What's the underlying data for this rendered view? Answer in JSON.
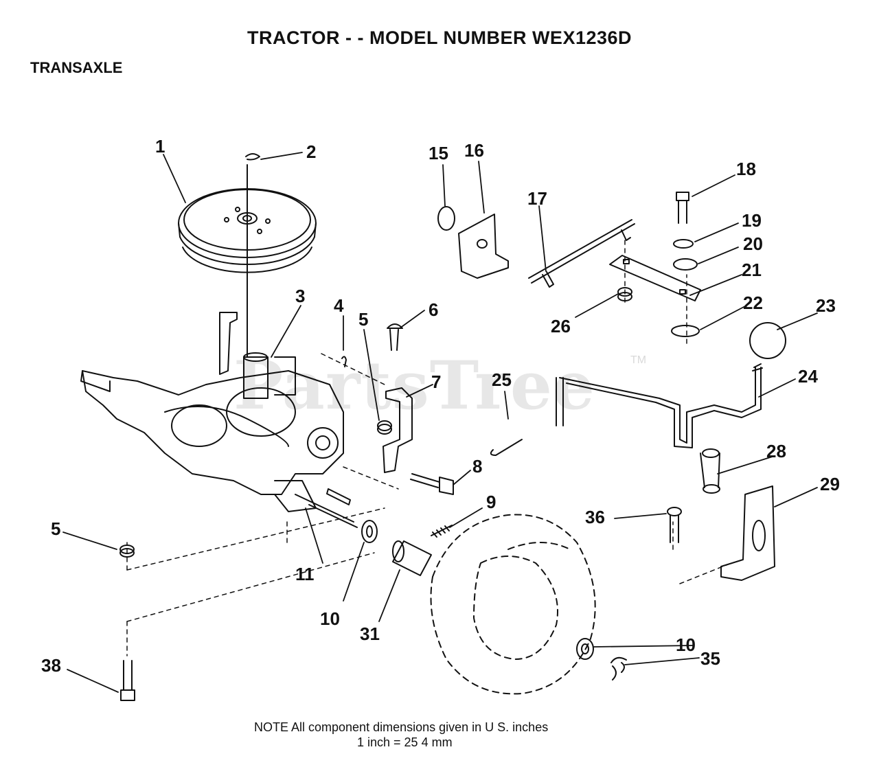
{
  "title": "TRACTOR - - MODEL NUMBER WEX1236D",
  "subtitle": "TRANSAXLE",
  "watermark": "PartsTree",
  "watermark_tm": "TM",
  "note": {
    "line1": "NOTE   All component dimensions given in U S. inches",
    "line2": "1 inch = 25 4 mm"
  },
  "callouts": [
    {
      "id": "c1",
      "label": "1"
    },
    {
      "id": "c2",
      "label": "2"
    },
    {
      "id": "c3",
      "label": "3"
    },
    {
      "id": "c4",
      "label": "4"
    },
    {
      "id": "c5a",
      "label": "5"
    },
    {
      "id": "c5b",
      "label": "5"
    },
    {
      "id": "c6",
      "label": "6"
    },
    {
      "id": "c7",
      "label": "7"
    },
    {
      "id": "c8",
      "label": "8"
    },
    {
      "id": "c9",
      "label": "9"
    },
    {
      "id": "c10a",
      "label": "10"
    },
    {
      "id": "c10b",
      "label": "10"
    },
    {
      "id": "c11",
      "label": "11"
    },
    {
      "id": "c15",
      "label": "15"
    },
    {
      "id": "c16",
      "label": "16"
    },
    {
      "id": "c17",
      "label": "17"
    },
    {
      "id": "c18",
      "label": "18"
    },
    {
      "id": "c19",
      "label": "19"
    },
    {
      "id": "c20",
      "label": "20"
    },
    {
      "id": "c21",
      "label": "21"
    },
    {
      "id": "c22",
      "label": "22"
    },
    {
      "id": "c23",
      "label": "23"
    },
    {
      "id": "c24",
      "label": "24"
    },
    {
      "id": "c25",
      "label": "25"
    },
    {
      "id": "c26",
      "label": "26"
    },
    {
      "id": "c28",
      "label": "28"
    },
    {
      "id": "c29",
      "label": "29"
    },
    {
      "id": "c31",
      "label": "31"
    },
    {
      "id": "c35",
      "label": "35"
    },
    {
      "id": "c36",
      "label": "36"
    },
    {
      "id": "c38",
      "label": "38"
    }
  ]
}
